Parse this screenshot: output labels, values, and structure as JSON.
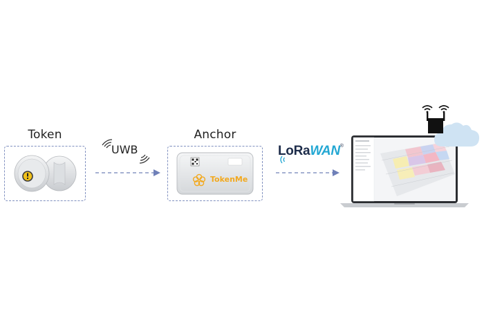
{
  "token": {
    "title": "Token"
  },
  "anchor": {
    "title": "Anchor",
    "brand": "TokenMe"
  },
  "uwb": {
    "label": "UWB"
  },
  "lorawan": {
    "prefix": "LoRa",
    "suffix": "WAN",
    "mark": "®"
  },
  "colors": {
    "dash": "#7f8fbf",
    "arrow": "#6f80b8",
    "lorawan_dark": "#1d2c4a",
    "lorawan_accent": "#22a7d3",
    "brand_orange": "#f2a91f",
    "cloud": "#cfe3f3"
  },
  "icons": [
    "wifi-icon",
    "cloud-icon",
    "gateway-icon",
    "laptop-icon",
    "alert-icon",
    "qr-code-icon",
    "flower-logo-icon"
  ]
}
